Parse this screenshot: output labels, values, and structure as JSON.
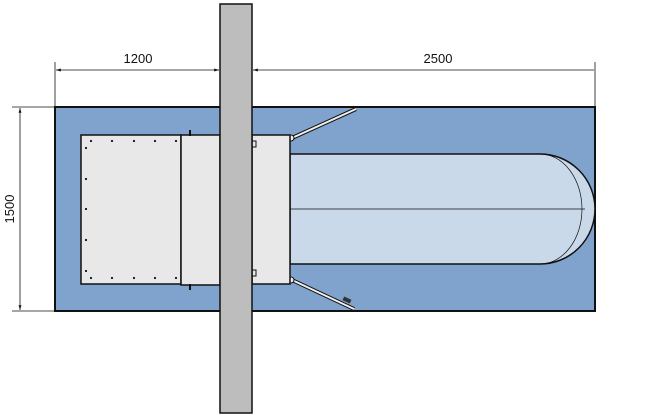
{
  "dimensions": {
    "left_width": "1200",
    "right_width": "2500",
    "height": "1500"
  },
  "colors": {
    "base": "#7fa3cc",
    "tube": "#cad9ea",
    "panel": "#e8e8e8",
    "wall": "#bdbdbd",
    "line": "#111111"
  }
}
